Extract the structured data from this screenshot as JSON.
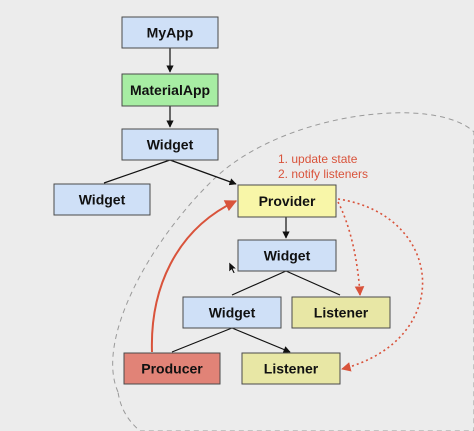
{
  "colors": {
    "blue_fill": "#cfe0f7",
    "green_fill": "#a7eda3",
    "yellow_fill": "#f8f6a8",
    "olive_fill": "#e8e7a5",
    "red_fill": "#e18377",
    "accent_red": "#d9533b",
    "region_border": "#9a9a9a"
  },
  "nodes": {
    "myapp": "MyApp",
    "materialapp": "MaterialApp",
    "widget_top": "Widget",
    "widget_left": "Widget",
    "provider": "Provider",
    "widget_mid": "Widget",
    "widget_low": "Widget",
    "listener_right": "Listener",
    "producer": "Producer",
    "listener_bottom": "Listener"
  },
  "annotations": [
    "1. update state",
    "2. notify listeners"
  ]
}
